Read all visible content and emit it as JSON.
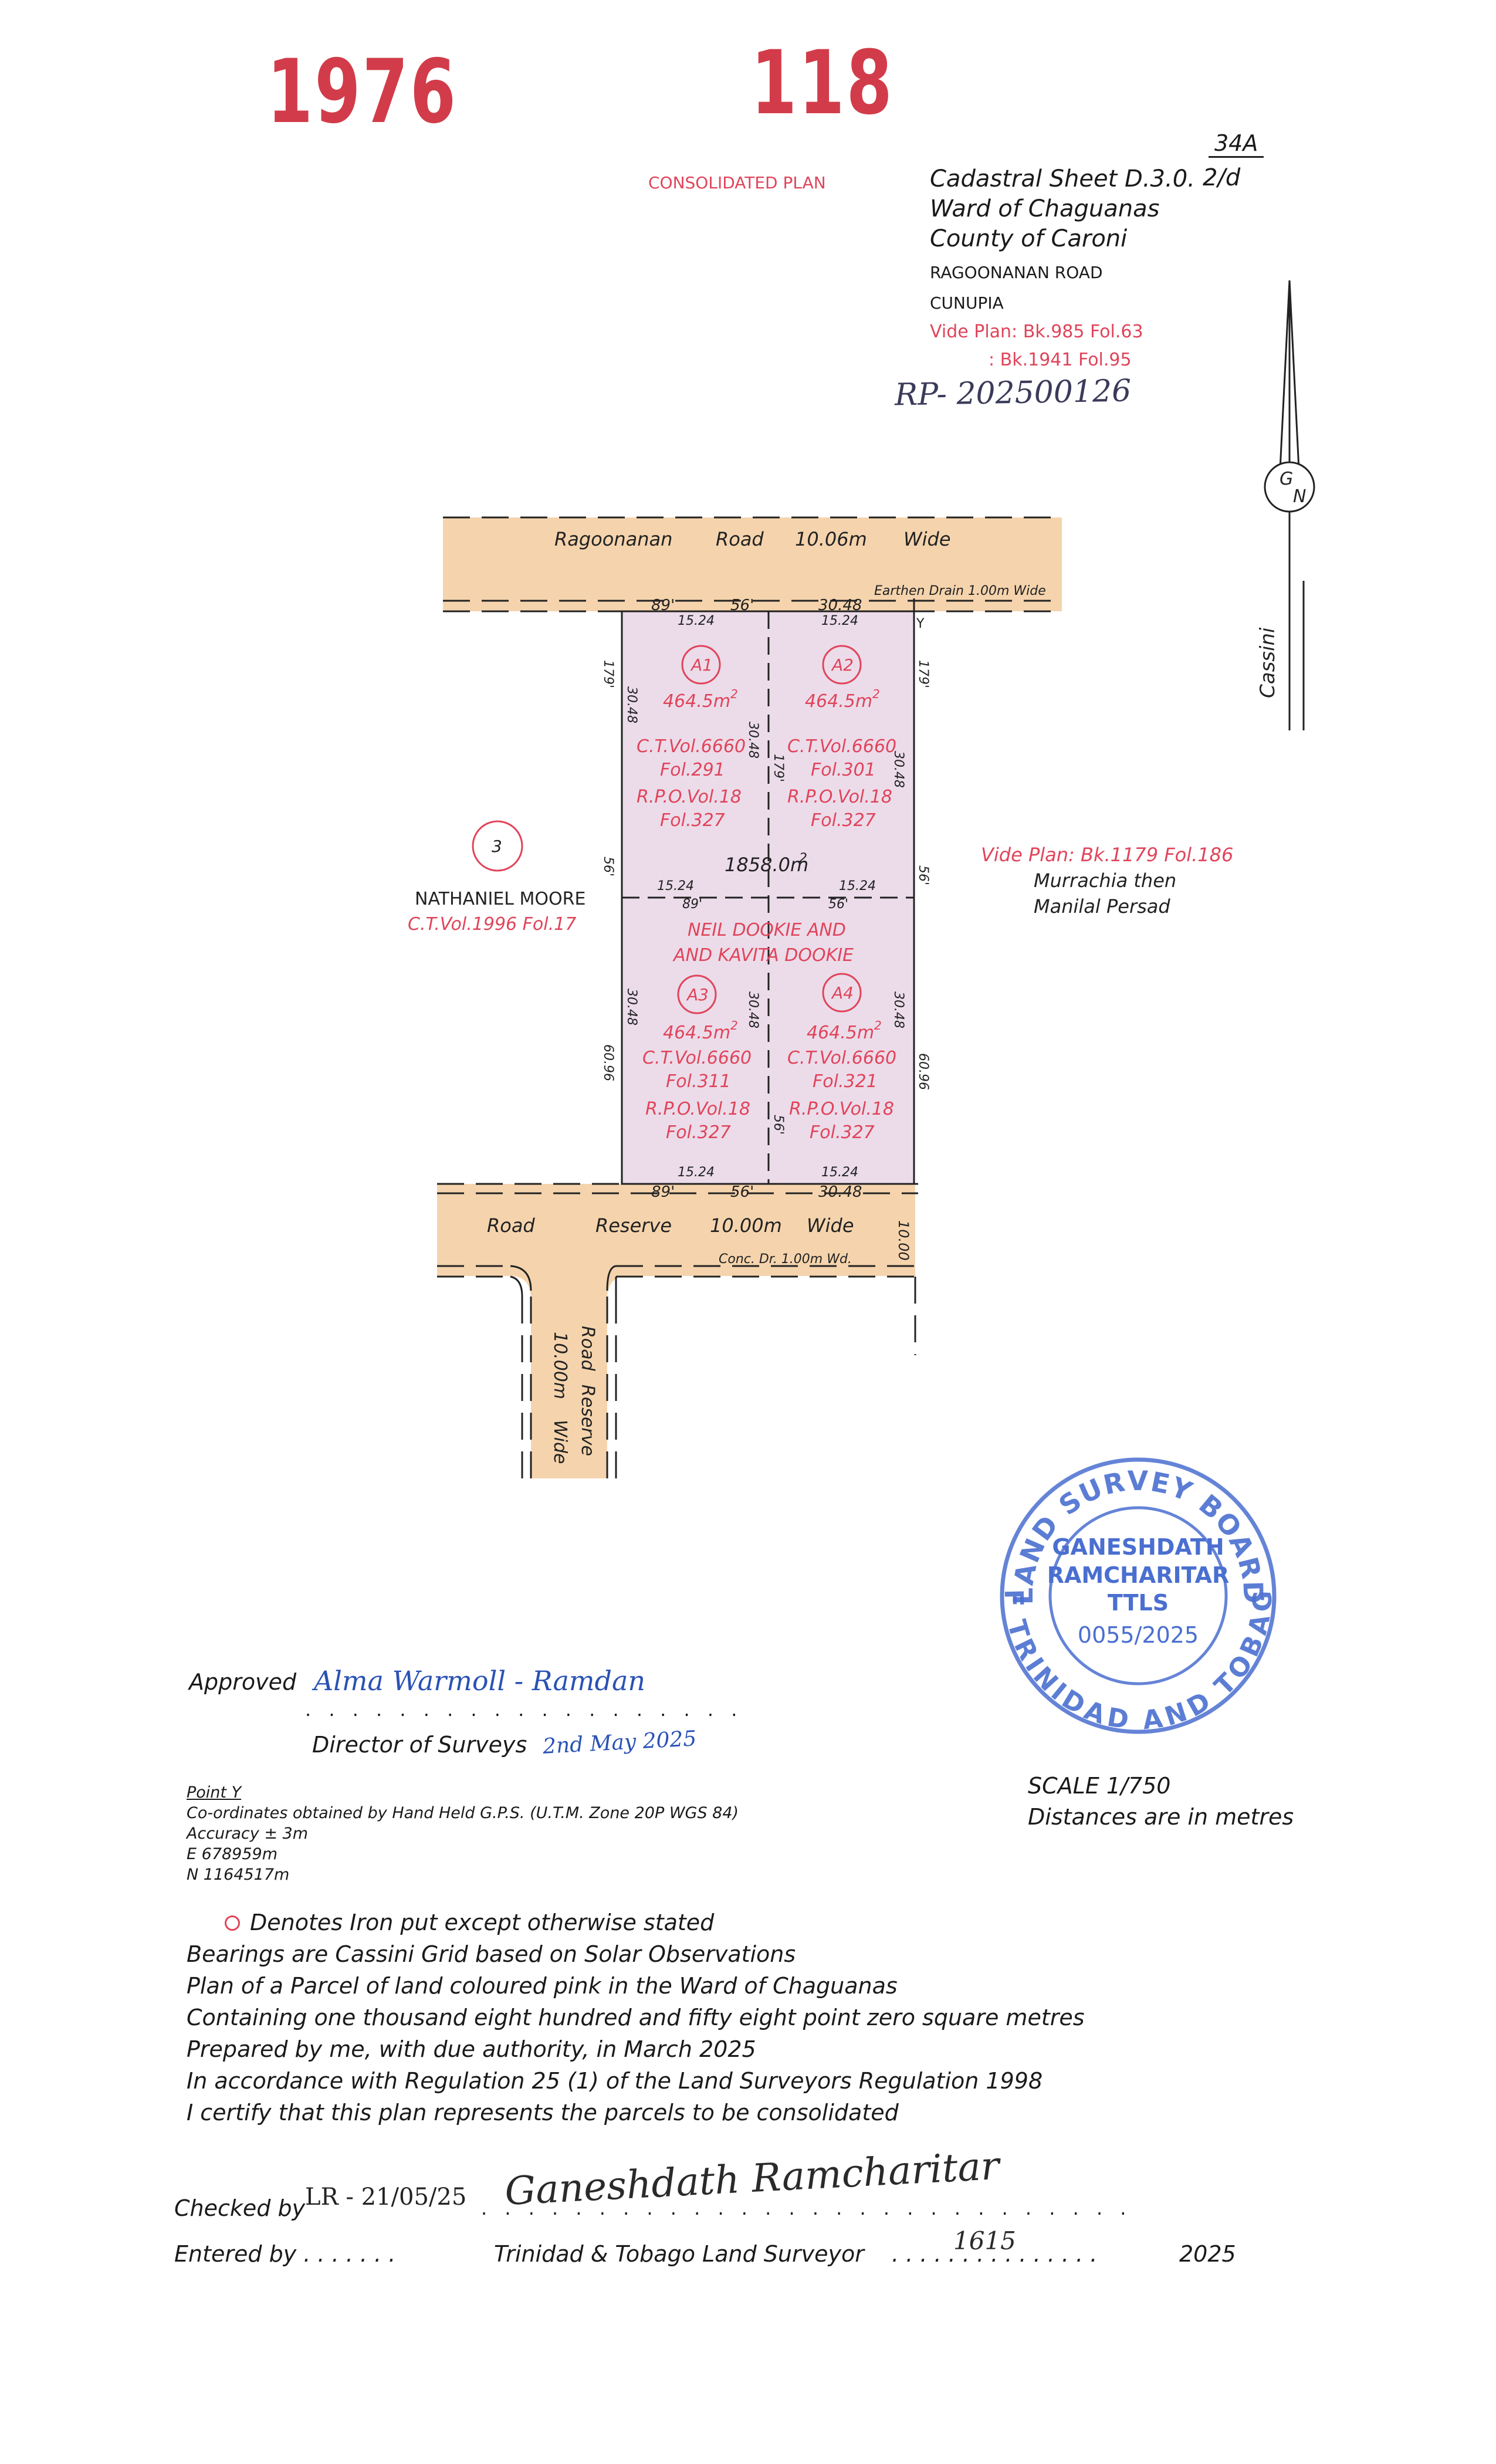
{
  "header": {
    "stamp_left": "1976",
    "stamp_right": "118",
    "consolidated": "CONSOLIDATED PLAN",
    "sheet_ref_top": "34A",
    "sheet_ref_bottom": "2/d",
    "cadastral": "Cadastral Sheet D.3.0.",
    "ward": "Ward of Chaguanas",
    "county": "County of Caroni",
    "road": "RAGOONANAN ROAD",
    "locality": "CUNUPIA",
    "vide1": "Vide Plan: Bk.985 Fol.63",
    "vide2": ": Bk.1941 Fol.95",
    "rp_number": "RP- 202500126"
  },
  "north": {
    "g": "G",
    "n": "N",
    "cassini": "Cassini"
  },
  "plan": {
    "ragoonanan_road": [
      "Ragoonanan",
      "Road",
      "10.06m",
      "Wide"
    ],
    "earthen_drain": "Earthen  Drain  1.00m  Wide",
    "top_bearings": [
      "89'",
      "56'",
      "30.48"
    ],
    "top_dims": [
      "15.24",
      "15.24"
    ],
    "point_y": "Y",
    "side_179": "179'",
    "side_3048": "30.48",
    "lot_a1": {
      "id": "A1",
      "area": "464.5m",
      "ct": "C.T.Vol.6660",
      "fol": "Fol.291",
      "rpo": "R.P.O.Vol.18",
      "rpofol": "Fol.327"
    },
    "lot_a2": {
      "id": "A2",
      "area": "464.5m",
      "ct": "C.T.Vol.6660",
      "fol": "Fol.301",
      "rpo": "R.P.O.Vol.18",
      "rpofol": "Fol.327"
    },
    "lot_a3": {
      "id": "A3",
      "area": "464.5m",
      "ct": "C.T.Vol.6660",
      "fol": "Fol.311",
      "rpo": "R.P.O.Vol.18",
      "rpofol": "Fol.327"
    },
    "lot_a4": {
      "id": "A4",
      "area": "464.5m",
      "ct": "C.T.Vol.6660",
      "fol": "Fol.321",
      "rpo": "R.P.O.Vol.18",
      "rpofol": "Fol.327"
    },
    "sup2": "2",
    "total_area": "1858.0m",
    "mid_bearing_56": "56'",
    "mid_bearing_89": "89'",
    "owners": [
      "NEIL DOOKIE AND",
      "AND KAVITA DOOKIE"
    ],
    "side_6096": "60.96",
    "west_lot_no": "3",
    "west_owner": "NATHANIEL MOORE",
    "west_ct": "C.T.Vol.1996 Fol.17",
    "east_vide": "Vide Plan: Bk.1179 Fol.186",
    "east_owner1": "Murrachia then",
    "east_owner2": "Manilal Persad",
    "road_reserve": [
      "Road",
      "Reserve",
      "10.00m",
      "Wide"
    ],
    "road_reserve_width": "10.00",
    "concrete_drain": "Conc.  Dr.  1.00m  Wd.",
    "vertical_road": [
      "Road",
      "Reserve",
      "10.00m",
      "Wide"
    ]
  },
  "seal": {
    "outer_top": "LAND SURVEY BOARD",
    "outer_bottom": "OF TRINIDAD AND TOBAGO",
    "name1": "GANESHDATH",
    "name2": "RAMCHARITAR",
    "ttls": "TTLS",
    "number": "0055/2025"
  },
  "approval": {
    "approved": "Approved",
    "signature": "Alma Warmoll - Ramdan",
    "director": "Director of Surveys",
    "date_signed": "2nd May 2025"
  },
  "scale": {
    "scale": "SCALE 1/750",
    "units": "Distances are in metres"
  },
  "coords": {
    "title": "Point Y",
    "line1": "Co-ordinates obtained by Hand Held G.P.S. (U.T.M. Zone 20P WGS 84)",
    "accuracy": "Accuracy ± 3m",
    "e": "E 678959m",
    "n": "N 1164517m"
  },
  "notes": [
    "Denotes Iron put except otherwise stated",
    "Bearings are Cassini Grid based on Solar Observations",
    "Plan of a Parcel of land coloured pink in the Ward of Chaguanas",
    "Containing one thousand eight hundred and fifty eight point zero square metres",
    "Prepared by me, with due authority, in March 2025",
    "In accordance with Regulation 25 (1) of the Land Surveyors Regulation 1998",
    "I certify that this plan represents the parcels to be consolidated"
  ],
  "footer": {
    "checked": "Checked by",
    "checked_initials": "LR - 21/05/25",
    "surveyor_signature": "Ganeshdath Ramcharitar",
    "entered": "Entered by . . . . . . .",
    "surveyor_title": "Trinidad & Tobago Land Surveyor",
    "dots": ". . . . . . . . . . . . . . .",
    "licence": "1615",
    "year": "2025"
  },
  "colors": {
    "stamp_red": "#d23c4a",
    "road_fill": "#f5d4ad",
    "lot_fill": "#ecdcea",
    "red_text": "#e0445a",
    "seal_blue": "#4a6fd0",
    "ink_blue": "#2a52b4"
  }
}
